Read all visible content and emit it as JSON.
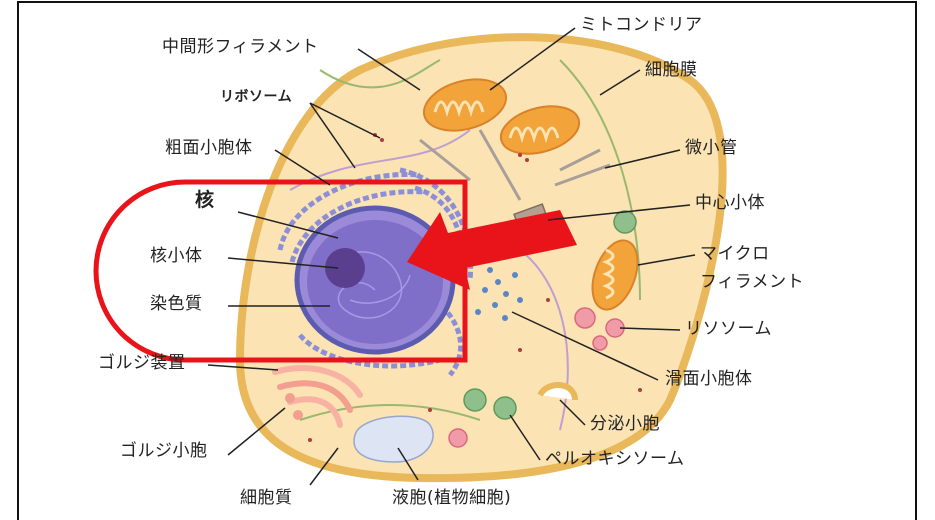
{
  "labels": {
    "intermediate_filament": "中間形フィラメント",
    "ribosome": "リボソーム",
    "rough_er": "粗面小胞体",
    "nucleus": "核",
    "nucleolus": "核小体",
    "chromatin": "染色質",
    "golgi_apparatus": "ゴルジ装置",
    "golgi_vesicle": "ゴルジ小胞",
    "cytoplasm": "細胞質",
    "vacuole": "液胞(植物細胞)",
    "mitochondria": "ミトコンドリア",
    "cell_membrane": "細胞膜",
    "microtubule": "微小管",
    "centriole": "中心小体",
    "microfilament_1": "マイクロ",
    "microfilament_2": "フィラメント",
    "lysosome": "リソソーム",
    "smooth_er": "滑面小胞体",
    "secretory_vesicle": "分泌小胞",
    "peroxisome": "ペルオキシソーム"
  },
  "colors": {
    "cytoplasm": "#fbe3b4",
    "membrane": "#e9b85a",
    "nucleus": "#7f6fc9",
    "er": "#8d8fd6",
    "mitochondria": "#f2a43a",
    "lysosome": "#f19aa8",
    "peroxisome": "#8fbf8a",
    "highlight": "#e8141a"
  }
}
